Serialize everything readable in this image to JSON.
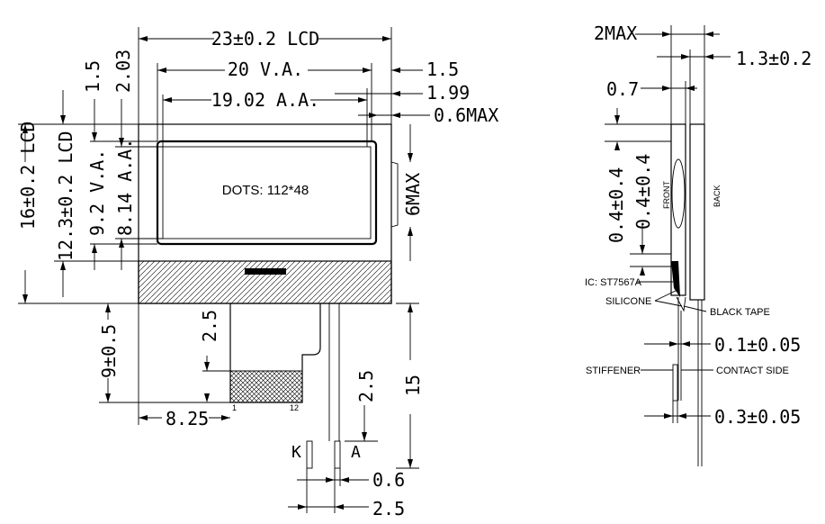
{
  "front_view": {
    "dims": {
      "lcd_width": "23±0.2 LCD",
      "va_width": "20 V.A.",
      "aa_width": "19.02 A.A.",
      "va_offset": "1.5",
      "aa_offset": "1.99",
      "glass_step": "0.6MAX",
      "top_va": "1.5",
      "top_aa": "2.03",
      "lcd_height": "16±0.2 LCD",
      "lcd_height2": "12.3±0.2 LCD",
      "va_height": "9.2 V.A.",
      "aa_height": "8.14 A.A.",
      "fpc_len": "9±0.5",
      "fpc_offset": "2.5",
      "fpc_x": "8.25",
      "pin_height": "15",
      "pin_gap": "2.5",
      "pin_width": "0.6",
      "pin_pitch": "2.5",
      "side_max": "6MAX"
    },
    "display_text": "DOTS: 112*48",
    "pin_first": "1",
    "pin_last": "12",
    "pin_k": "K",
    "pin_a": "A"
  },
  "side_view": {
    "dims": {
      "max2": "2MAX",
      "t13": "1.3±0.2",
      "t07": "0.7",
      "v04a": "0.4±0.4",
      "v04b": "0.4±0.4",
      "t01": "0.1±0.05",
      "t03": "0.3±0.05"
    },
    "labels": {
      "front": "FRONT",
      "back": "BACK",
      "ic": "IC: ST7567A",
      "silicone": "SILICONE",
      "black_tape": "BLACK TAPE",
      "stiffener": "STIFFENER",
      "contact_side": "CONTACT SIDE"
    }
  }
}
